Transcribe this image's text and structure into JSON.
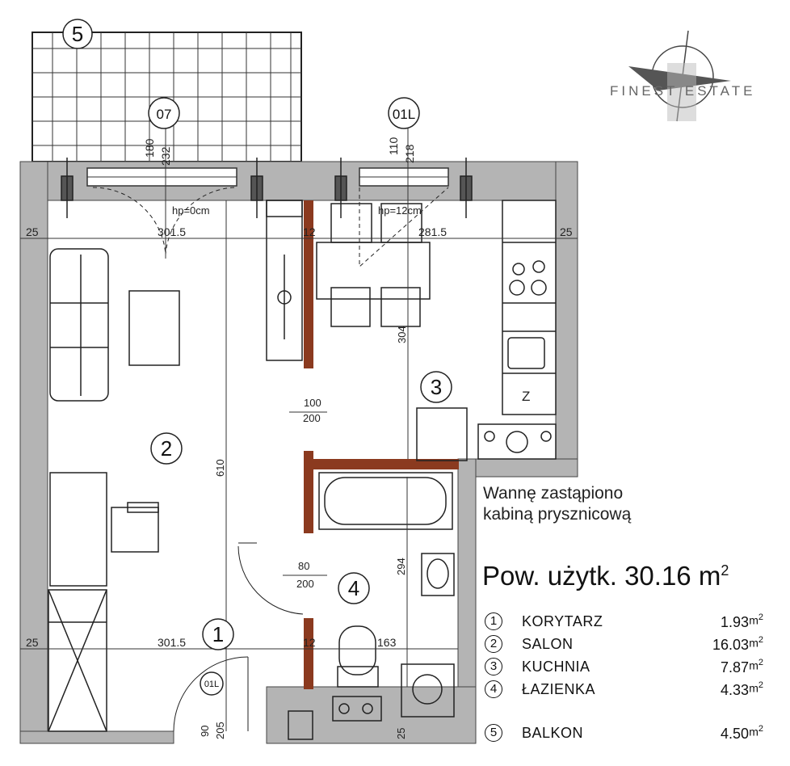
{
  "logo": {
    "text": "FINEST ESTATE"
  },
  "note": {
    "line1": "Wannę zastąpiono",
    "line2": "kabiną prysznicową"
  },
  "area": {
    "label": "Pow. użytk. 30.16 m",
    "exp": "2"
  },
  "rooms": [
    {
      "num": "1",
      "name": "KORYTARZ",
      "value": "1.93",
      "unit": "m",
      "exp": "2"
    },
    {
      "num": "2",
      "name": "SALON",
      "value": "16.03",
      "unit": "m",
      "exp": "2"
    },
    {
      "num": "3",
      "name": "KUCHNIA",
      "value": "7.87",
      "unit": "m",
      "exp": "2"
    },
    {
      "num": "4",
      "name": "ŁAZIENKA",
      "value": "4.33",
      "unit": "m",
      "exp": "2"
    },
    {
      "num": "5",
      "name": "BALKON",
      "value": "4.50",
      "unit": "m",
      "exp": "2"
    }
  ],
  "plan": {
    "room_markers": [
      "1",
      "2",
      "3",
      "4",
      "5"
    ],
    "window_tags": [
      "07",
      "01L"
    ],
    "door_tag": "01L",
    "dim_top_left": "301.5",
    "dim_top_right": "281.5",
    "dim_side": "25",
    "dim_bottom_left": "301.5",
    "dim_bath": "163",
    "dim_12": "12",
    "height_left": "610",
    "height_kitchen": "304",
    "height_bath": "294",
    "win1_a": "180",
    "win1_b": "232",
    "win2_a": "110",
    "win2_b": "218",
    "hp1": "hp=0cm",
    "hp2": "hp=12cm",
    "door1_w": "100",
    "door1_h": "200",
    "door2_w": "80",
    "door2_h": "200",
    "door3_a": "90",
    "door3_b": "205",
    "fridge": "Z",
    "dim_bottom_25": "25"
  },
  "colors": {
    "wall": "#b4b4b4",
    "accent": "#8b3a1f",
    "line": "#222222"
  }
}
